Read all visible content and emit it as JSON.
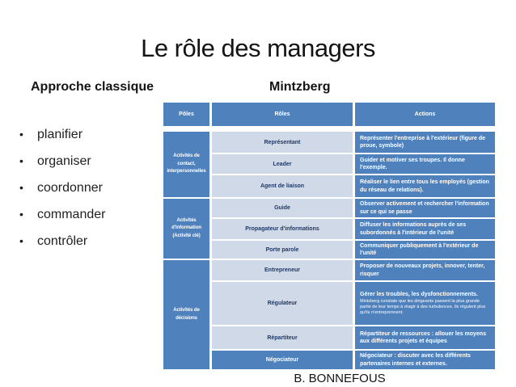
{
  "slide": {
    "title": "Le rôle des managers",
    "footer": "B. BONNEFOUS"
  },
  "classique": {
    "heading": "Approche classique",
    "items": [
      "planifier",
      "organiser",
      "coordonner",
      "commander",
      "contrôler"
    ]
  },
  "mintzberg": {
    "heading": "Mintzberg",
    "table": {
      "headers": [
        "Pôles",
        "Rôles",
        "Actions"
      ],
      "groups": [
        {
          "pole": "Activités de contact, interpersonnelles",
          "rows": [
            {
              "role": "Représentant",
              "action": "Représenter l'entreprise à l'extérieur (figure de proue, symbole)"
            },
            {
              "role": "Leader",
              "action": "Guider et motiver ses troupes. Il donne l'exemple."
            },
            {
              "role": "Agent de liaison",
              "action": "Réaliser le lien entre tous les employés (gestion du réseau de relations)."
            }
          ]
        },
        {
          "pole": "Activités d'information (Activité clé)",
          "rows": [
            {
              "role": "Guide",
              "action": "Observer activement et rechercher l'information sur ce qui se passe"
            },
            {
              "role": "Propagateur d'informations",
              "action": "Diffuser les informations auprès de ses subordonnés à l'intérieur de l'unité"
            },
            {
              "role": "Porte parole",
              "action": "Communiquer publiquement à l'extérieur de l'unité"
            }
          ]
        },
        {
          "pole": "Activités de décisions",
          "rows": [
            {
              "role": "Entrepreneur",
              "action": "Proposer de nouveaux projets, innover, tenter, risquer"
            },
            {
              "role": "Régulateur",
              "action": "Gérer les troubles, les dysfonctionnements.",
              "action_note": "Mintzberg constate que les dirigeants passent la plus grande partie de leur temps à réagir à des turbulences. Ils régulent plus qu'ils n'entreprennent."
            },
            {
              "role": "Répartiteur",
              "action": "Répartiteur de ressources : allouer les moyens aux différents projets et équipes"
            },
            {
              "role": "Négociateur",
              "action": "Négociateur : discuter avec les différents partenaires internes et externes.",
              "role_inverted": true
            }
          ]
        }
      ]
    }
  },
  "icons": {
    "bullet": "•"
  },
  "colors": {
    "table_blue": "#4f81bd",
    "table_light_cell": "#d0d9e8",
    "role_text": "#1f3864",
    "text": "#141414",
    "background": "#ffffff"
  }
}
